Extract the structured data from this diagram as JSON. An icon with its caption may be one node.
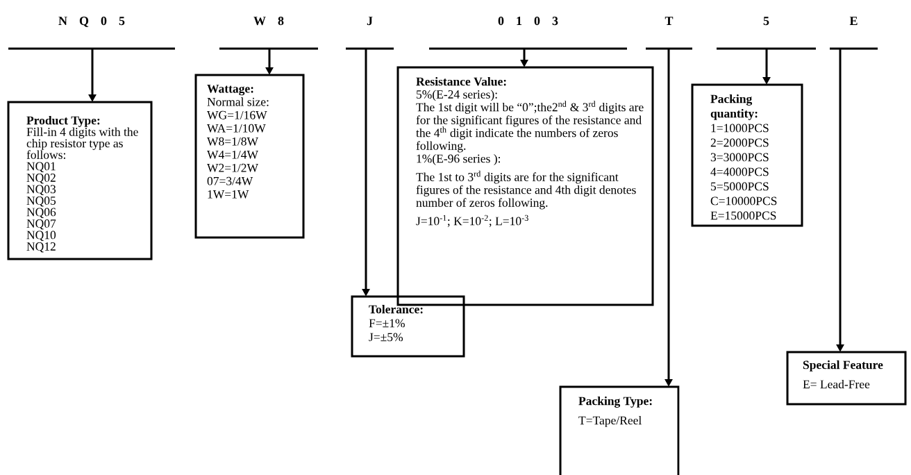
{
  "diagram": {
    "nodes": [
      {
        "text": [
          "N Q 0 5"
        ]
      },
      {
        "text": [
          "W 8"
        ]
      },
      {
        "text": [
          "J"
        ]
      },
      {
        "text": [
          "0 1 0 3"
        ]
      },
      {
        "text": [
          "T"
        ]
      },
      {
        "text": [
          "5"
        ]
      },
      {
        "text": [
          "E"
        ]
      },
      {
        "text": [
          "Product Type:",
          "Fill-in 4 digits with the chip resistor type as follows:",
          "NQ01",
          "NQ02",
          "NQ03",
          "NQ05",
          "NQ06",
          "NQ07",
          "NQ10",
          "NQ12"
        ]
      },
      {
        "text": [
          "Wattage:",
          "Normal size:",
          "WG=1/16W",
          "WA=1/10W",
          "W8=1/8W",
          "W4=1/4W",
          "W2=1/2W",
          "07=3/4W",
          "1W=1W"
        ]
      },
      {
        "text": [
          "Tolerance:",
          "F=±1%",
          "J=±5%"
        ]
      },
      {
        "text": [
          "Resistance Value:",
          "5%(E-24 series):",
          "The 1st digit will be “0”;the2$^{nd}$ & 3$^{rd}$ digits are for the significant figures of the resistance and the 4$^{th}$ digit indicate the numbers of zeros following.",
          "1%(E-96 series ):",
          "The 1st to 3$^{rd}$ digits are for the significant figures of the resistance and 4th digit denotes number of zeros following.",
          "J=10$^{-1}$; K=10$^{-2}$; L=10$^{-3}$"
        ]
      },
      {
        "text": [
          "Packing Type:",
          "T=Tape/Reel"
        ]
      },
      {
        "text": [
          "Packing quantity:",
          "1=1000PCS",
          "2=2000PCS",
          "3=3000PCS",
          "4=4000PCS",
          "5=5000PCS",
          "C=10000PCS",
          "E=15000PCS"
        ]
      },
      {
        "text": [
          "Special Feature",
          "E= Lead-Free"
        ]
      }
    ],
    "edges": [
      {
        "from": 0,
        "to": 7,
        "arrow": "to"
      },
      {
        "from": 1,
        "to": 8,
        "arrow": "to"
      },
      {
        "from": 2,
        "to": 9,
        "arrow": "to"
      },
      {
        "from": 3,
        "to": 10,
        "arrow": "to"
      },
      {
        "from": 4,
        "to": 11,
        "arrow": "to"
      },
      {
        "from": 5,
        "to": 12,
        "arrow": "to"
      },
      {
        "from": 6,
        "to": 13,
        "arrow": "to"
      }
    ]
  }
}
